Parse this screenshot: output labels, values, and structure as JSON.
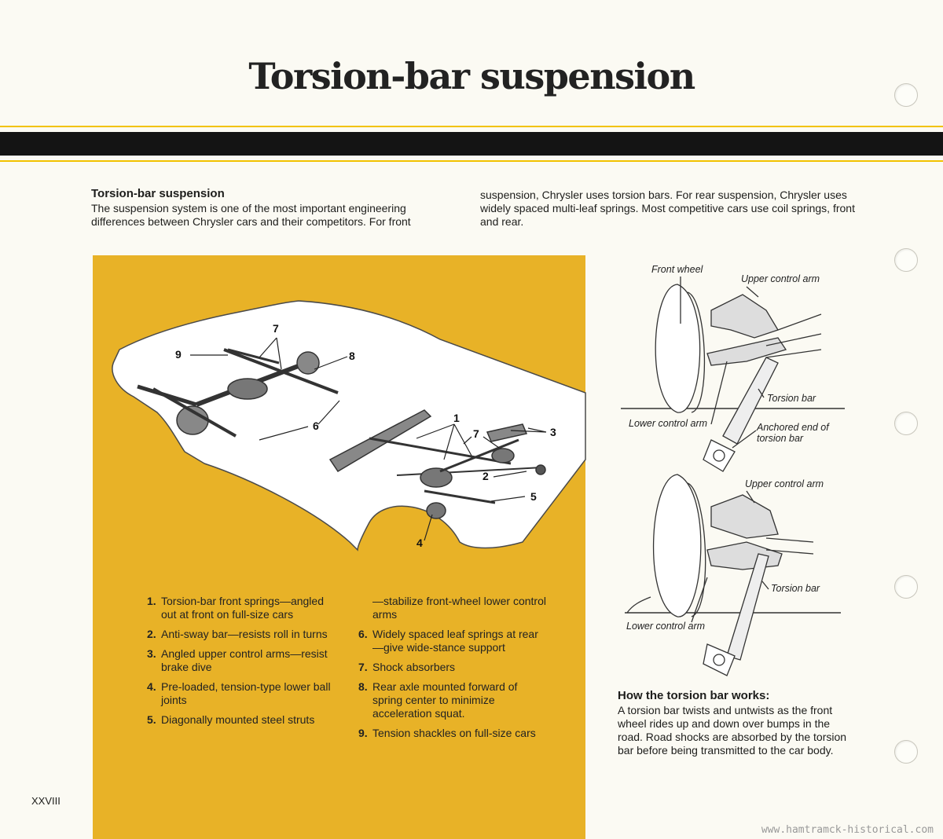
{
  "page_title": "Torsion-bar suspension",
  "intro": {
    "heading": "Torsion-bar suspension",
    "col1": "The suspension system is one of the most important engineering differences between Chrysler cars and their competitors. For front",
    "col2": "suspension, Chrysler uses torsion bars. For rear suspension, Chrysler uses widely spaced multi-leaf springs. Most competitive cars use coil springs, front and rear."
  },
  "callouts": [
    "1",
    "2",
    "3",
    "4",
    "5",
    "6",
    "7",
    "7",
    "8",
    "9"
  ],
  "legend": [
    {
      "num": "1.",
      "text": "Torsion-bar front springs—angled out at front on full-size cars"
    },
    {
      "num": "2.",
      "text": "Anti-sway bar—resists roll in turns"
    },
    {
      "num": "3.",
      "text": "Angled upper control arms—resist brake dive"
    },
    {
      "num": "4.",
      "text": "Pre-loaded, tension-type lower ball joints"
    },
    {
      "num": "5.",
      "text": "Diagonally mounted steel struts"
    },
    {
      "num": "",
      "text": "—stabilize front-wheel lower control arms"
    },
    {
      "num": "6.",
      "text": "Widely spaced leaf springs at rear—give wide-stance support"
    },
    {
      "num": "7.",
      "text": "Shock absorbers"
    },
    {
      "num": "8.",
      "text": "Rear axle mounted forward of spring center to minimize acceleration squat."
    },
    {
      "num": "9.",
      "text": "Tension shackles on full-size cars"
    }
  ],
  "diagram_top": {
    "front_wheel": "Front wheel",
    "upper_control_arm": "Upper control arm",
    "torsion_bar": "Torsion bar",
    "lower_control_arm": "Lower control arm",
    "anchored_end": "Anchored end of torsion bar"
  },
  "diagram_bottom": {
    "upper_control_arm": "Upper control arm",
    "torsion_bar": "Torsion bar",
    "lower_control_arm": "Lower control arm"
  },
  "how": {
    "heading": "How the torsion bar works:",
    "body": "A torsion bar twists and untwists as the front wheel rides up and down over bumps in the road. Road shocks are absorbed by the torsion bar before being transmitted to the car body."
  },
  "page_number": "XXVIII",
  "watermark": "www.hamtramck-historical.com",
  "colors": {
    "panel": "#e8b227",
    "rule": "#f2c200",
    "band": "#141414"
  }
}
